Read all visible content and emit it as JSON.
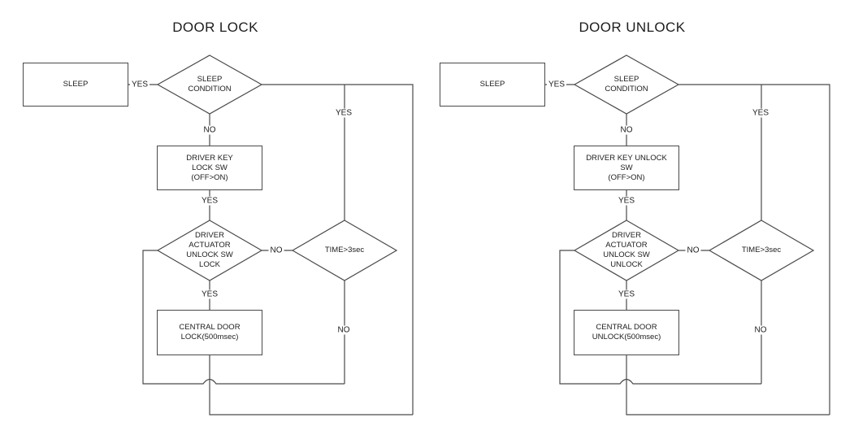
{
  "colors": {
    "line": "#4a4a4a",
    "text": "#1c1c1c",
    "background": "#ffffff"
  },
  "charts": [
    {
      "title": "DOOR LOCK",
      "nodes": {
        "sleep": "SLEEP",
        "sleep_condition": "SLEEP\nCONDITION",
        "key_switch": "DRIVER KEY\nLOCK SW\n(OFF>ON)",
        "actuator_switch": "DRIVER\nACTUATOR\nUNLOCK SW\nLOCK",
        "timer": "TIME>3sec",
        "central_door": "CENTRAL DOOR\nLOCK(500msec)"
      },
      "edge_labels": {
        "sleep_yes": "YES",
        "condition_no": "NO",
        "key_yes": "YES",
        "actuator_no": "NO",
        "actuator_yes": "YES",
        "timer_yes": "YES",
        "timer_no": "NO"
      }
    },
    {
      "title": "DOOR UNLOCK",
      "nodes": {
        "sleep": "SLEEP",
        "sleep_condition": "SLEEP\nCONDITION",
        "key_switch": "DRIVER KEY UNLOCK\nSW\n(OFF>ON)",
        "actuator_switch": "DRIVER\nACTUATOR\nUNLOCK SW\nUNLOCK",
        "timer": "TIME>3sec",
        "central_door": "CENTRAL DOOR\nUNLOCK(500msec)"
      },
      "edge_labels": {
        "sleep_yes": "YES",
        "condition_no": "NO",
        "key_yes": "YES",
        "actuator_no": "NO",
        "actuator_yes": "YES",
        "timer_yes": "YES",
        "timer_no": "NO"
      }
    }
  ]
}
